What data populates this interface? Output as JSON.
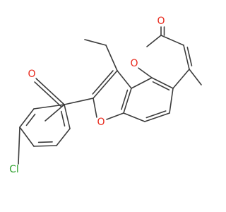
{
  "molecule": {
    "atoms": {
      "carbonyl_o": "O",
      "ring_o_furan": "O",
      "ring_o_pyranone": "O",
      "lactone_o": "O",
      "chlorine": "Cl"
    },
    "colors": {
      "bond": "#3c3c3c",
      "oxygen": "#e8281b",
      "chlorine": "#2ca02c",
      "background": "#ffffff"
    }
  }
}
